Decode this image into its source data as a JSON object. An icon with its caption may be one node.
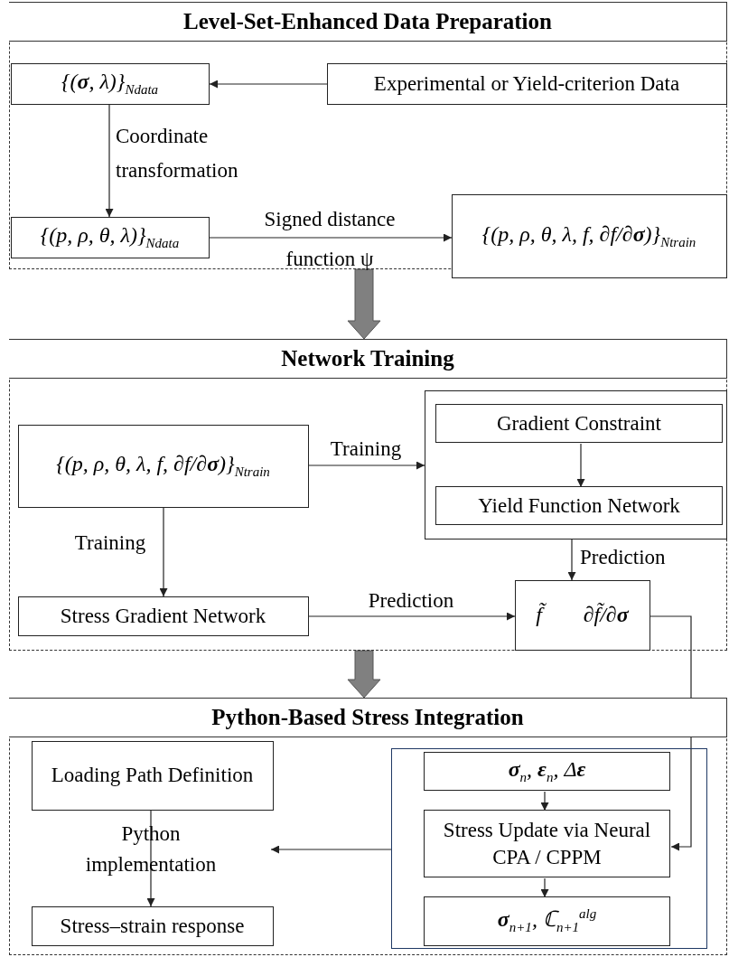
{
  "diagram": {
    "nodes": [
      {
        "text": [
          "Level-Set-Enhanced Data Preparation"
        ]
      },
      {
        "text": [
          "{(**σ**, λ)}$_{Ndata}$"
        ],
        "in": 0
      },
      {
        "text": [
          "Experimental or Yield-criterion Data"
        ],
        "in": 0
      },
      {
        "text": [
          "{(p, ρ, θ, λ)}$_{Ndata}$"
        ],
        "in": 0
      },
      {
        "text": [
          "{(p, ρ, θ, λ, f, ∂f/∂**σ**)}$_{Ntrain}$"
        ],
        "in": 0
      },
      {
        "text": [
          "Network Training"
        ]
      },
      {
        "text": [
          "{(p, ρ, θ, λ, f, ∂f/∂**σ**)}$_{Ntrain}$"
        ],
        "in": 5
      },
      {
        "text": [],
        "shape": "box",
        "in": 5
      },
      {
        "text": [
          "Gradient Constraint"
        ],
        "in": 7
      },
      {
        "text": [
          "Yield Function Network"
        ],
        "in": 7
      },
      {
        "text": [
          "Stress Gradient Network"
        ],
        "in": 5
      },
      {
        "text": [
          "f̃",
          "∂f̃/∂**σ**"
        ],
        "in": 5
      },
      {
        "text": [
          "Python-Based Stress Integration"
        ]
      },
      {
        "text": [
          "Loading Path Definition"
        ],
        "in": 12
      },
      {
        "text": [
          "Stress–strain response"
        ],
        "in": 12
      },
      {
        "text": [],
        "shape": "box",
        "in": 12
      },
      {
        "text": [
          "**σ**$_{n}$, **ε**$_{n}$, Δ**ε**"
        ],
        "in": 15
      },
      {
        "text": [
          "Stress Update via Neural CPA / CPPM"
        ],
        "in": 15
      },
      {
        "text": [
          "**σ**$_{n+1}$, ℂ$_{n+1}$$^{alg}$"
        ],
        "in": 15
      }
    ],
    "edges": [
      {
        "from": 2,
        "to": 1,
        "arrow": "to"
      },
      {
        "from": 1,
        "to": 3,
        "arrow": "to",
        "label": "Coordinate transformation"
      },
      {
        "from": 3,
        "to": 4,
        "arrow": "to",
        "label": "Signed distance function ψ"
      },
      {
        "from": 0,
        "to": 5,
        "arrow": "to",
        "style": "thick",
        "color": "#808080"
      },
      {
        "from": 6,
        "to": 7,
        "arrow": "to",
        "label": "Training"
      },
      {
        "from": 8,
        "to": 9,
        "arrow": "to"
      },
      {
        "from": 6,
        "to": 10,
        "arrow": "to",
        "label": "Training"
      },
      {
        "from": 7,
        "to": 11,
        "arrow": "to",
        "label": "Prediction"
      },
      {
        "from": 10,
        "to": 11,
        "arrow": "to",
        "label": "Prediction"
      },
      {
        "from": 5,
        "to": 12,
        "arrow": "to",
        "style": "thick",
        "color": "#808080"
      },
      {
        "from": 11,
        "to": 17,
        "arrow": "to"
      },
      {
        "from": 13,
        "to": 14,
        "arrow": "to",
        "label": "Python implementation"
      },
      {
        "from": 15,
        "to": null,
        "arrow": "to"
      },
      {
        "from": 16,
        "to": 17,
        "arrow": "to"
      },
      {
        "from": 17,
        "to": 18,
        "arrow": "to"
      }
    ]
  }
}
